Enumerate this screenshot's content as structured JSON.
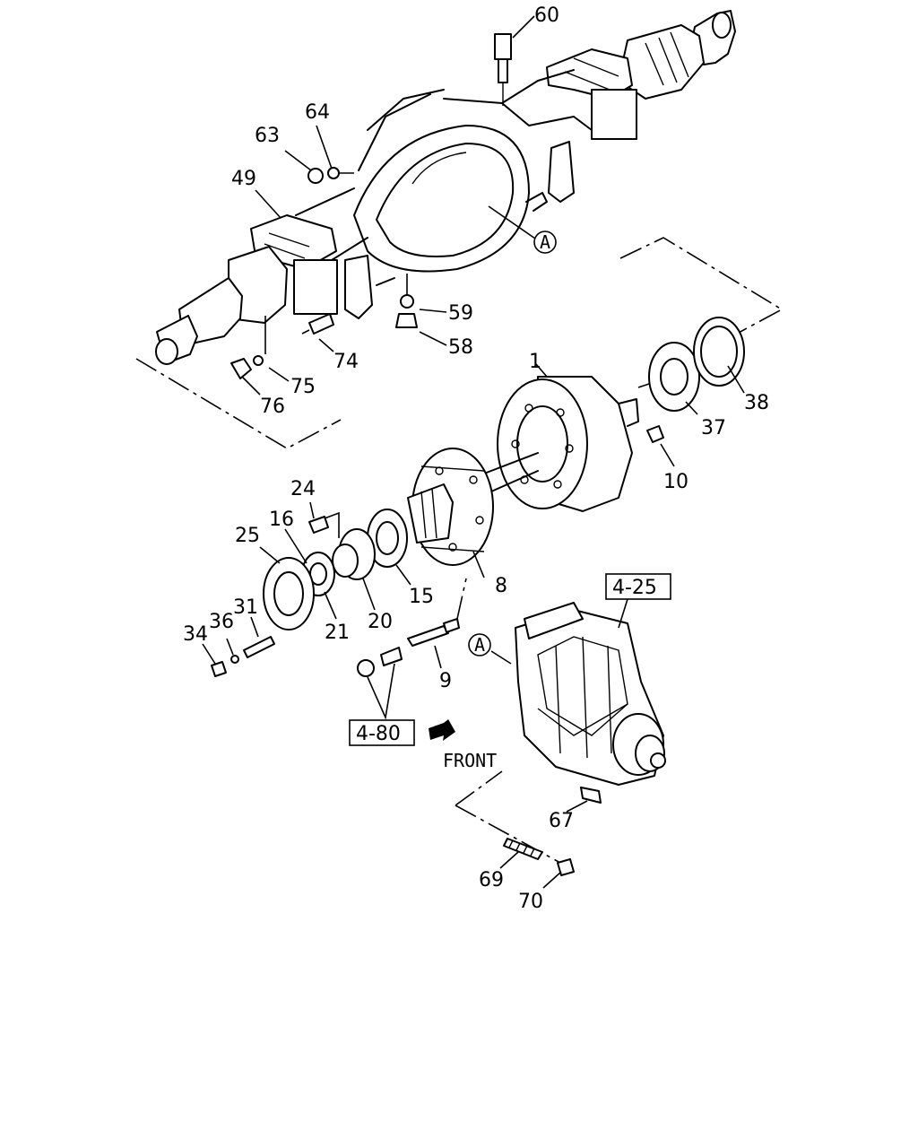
{
  "diagram": {
    "part_labels": [
      "60",
      "64",
      "63",
      "49",
      "A",
      "59",
      "58",
      "74",
      "75",
      "76",
      "1",
      "38",
      "37",
      "10",
      "24",
      "16",
      "25",
      "31",
      "36",
      "34",
      "21",
      "20",
      "15",
      "8",
      "9",
      "4-25",
      "4-80",
      "FRONT",
      "67",
      "69",
      "70"
    ],
    "part_keys": [
      "p60",
      "p64",
      "p63",
      "p49",
      "refA1",
      "p59",
      "p58",
      "p74",
      "p75",
      "p76",
      "p1",
      "p38",
      "p37",
      "p10",
      "p24",
      "p16",
      "p25",
      "p31",
      "p36",
      "p34",
      "p21",
      "p20",
      "p15",
      "p8",
      "p9",
      "ref425",
      "ref480",
      "front",
      "p67",
      "p69",
      "p70"
    ],
    "p60": "60",
    "p64": "64",
    "p63": "63",
    "p49": "49",
    "refA1": "A",
    "p59": "59",
    "p58": "58",
    "p74": "74",
    "p75": "75",
    "p76": "76",
    "p1": "1",
    "p38": "38",
    "p37": "37",
    "p10": "10",
    "p24": "24",
    "p16": "16",
    "p25": "25",
    "p31": "31",
    "p36": "36",
    "p34": "34",
    "p21": "21",
    "p20": "20",
    "p15": "15",
    "p8": "8",
    "p9": "9",
    "ref425": "4-25",
    "refA2": "A",
    "ref480": "4-80",
    "front": "FRONT",
    "p67": "67",
    "p69": "69",
    "p70": "70"
  }
}
